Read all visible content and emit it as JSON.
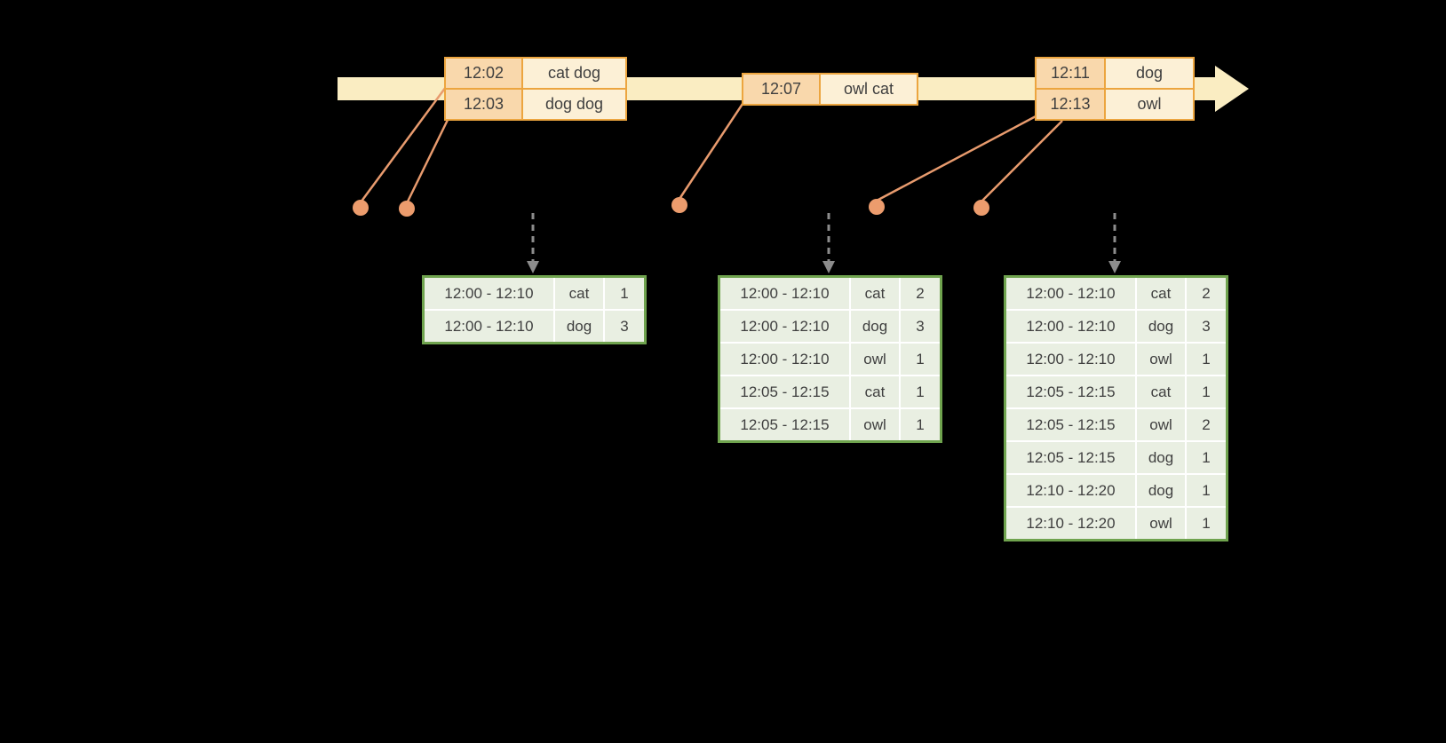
{
  "colors": {
    "background": "#000000",
    "timeline-fill": "#FAEDC2",
    "event-border": "#ECA53F",
    "event-time-fill": "#F9D8AC",
    "event-word-fill": "#FCF0D6",
    "connector": "#E89B6E",
    "dot": "#EC9C6D",
    "arrow": "#8C8C8C",
    "table-border": "#6FA34E",
    "table-cell-fill": "#E9EFE2",
    "table-grid": "#FFFFFF",
    "text": "#3F3F3F"
  },
  "timeline": {
    "event_groups": [
      {
        "rows": [
          {
            "time": "12:02",
            "words": "cat dog"
          },
          {
            "time": "12:03",
            "words": "dog dog"
          }
        ]
      },
      {
        "rows": [
          {
            "time": "12:07",
            "words": "owl cat"
          }
        ]
      },
      {
        "rows": [
          {
            "time": "12:11",
            "words": "dog"
          },
          {
            "time": "12:13",
            "words": "owl"
          }
        ]
      }
    ]
  },
  "result_tables": [
    {
      "rows": [
        {
          "window": "12:00 - 12:10",
          "word": "cat",
          "count": "1"
        },
        {
          "window": "12:00 - 12:10",
          "word": "dog",
          "count": "3"
        }
      ]
    },
    {
      "rows": [
        {
          "window": "12:00 - 12:10",
          "word": "cat",
          "count": "2"
        },
        {
          "window": "12:00 - 12:10",
          "word": "dog",
          "count": "3"
        },
        {
          "window": "12:00 - 12:10",
          "word": "owl",
          "count": "1"
        },
        {
          "window": "12:05 - 12:15",
          "word": "cat",
          "count": "1"
        },
        {
          "window": "12:05 - 12:15",
          "word": "owl",
          "count": "1"
        }
      ]
    },
    {
      "rows": [
        {
          "window": "12:00 - 12:10",
          "word": "cat",
          "count": "2"
        },
        {
          "window": "12:00 - 12:10",
          "word": "dog",
          "count": "3"
        },
        {
          "window": "12:00 - 12:10",
          "word": "owl",
          "count": "1"
        },
        {
          "window": "12:05 - 12:15",
          "word": "cat",
          "count": "1"
        },
        {
          "window": "12:05 - 12:15",
          "word": "owl",
          "count": "2"
        },
        {
          "window": "12:05 - 12:15",
          "word": "dog",
          "count": "1"
        },
        {
          "window": "12:10 - 12:20",
          "word": "dog",
          "count": "1"
        },
        {
          "window": "12:10 - 12:20",
          "word": "owl",
          "count": "1"
        }
      ]
    }
  ]
}
